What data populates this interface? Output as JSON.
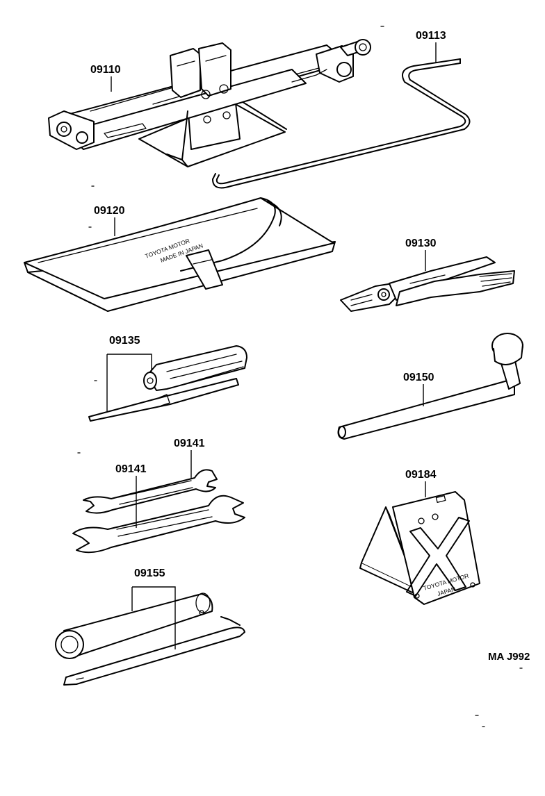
{
  "parts": [
    {
      "id": "jack",
      "label": "09110"
    },
    {
      "id": "jack-handle",
      "label": "09113"
    },
    {
      "id": "tool-bag",
      "label": "09120"
    },
    {
      "id": "pliers",
      "label": "09130"
    },
    {
      "id": "screwdriver",
      "label": "09135"
    },
    {
      "id": "wheel-wrench",
      "label": "09150"
    },
    {
      "id": "wrench-small",
      "label": "09141"
    },
    {
      "id": "wrench-large",
      "label": "09141"
    },
    {
      "id": "wheel-chock",
      "label": "09184"
    },
    {
      "id": "plug-wrench",
      "label": "09155"
    }
  ],
  "bag_print": {
    "line1": "TOYOTA MOTOR",
    "line2": "MADE IN JAPAN"
  },
  "chock_print": {
    "line1": "TOYOTA MOTOR",
    "line2": "JAPAN"
  },
  "drawing_code": "MA J992"
}
